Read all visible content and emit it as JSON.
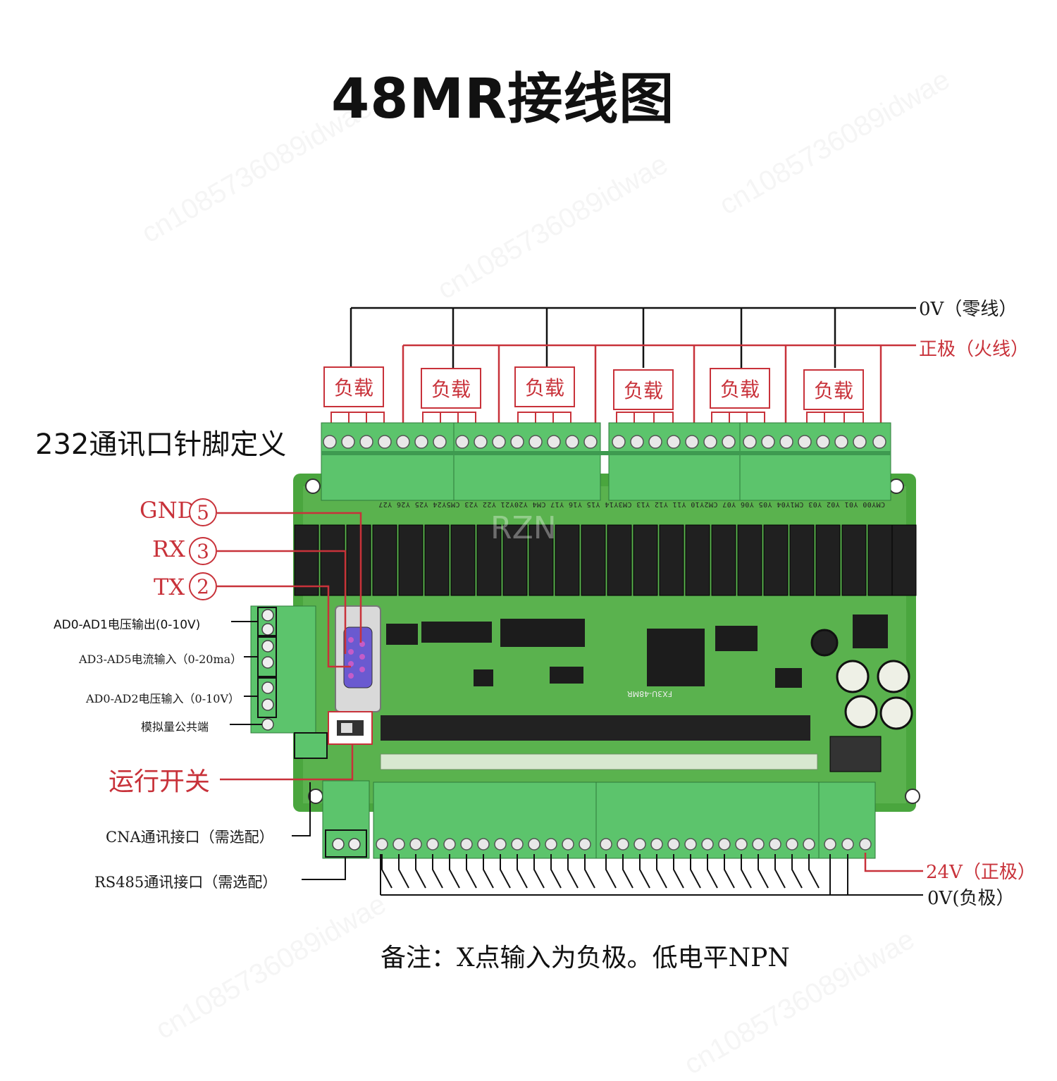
{
  "title": "48MR接线图",
  "pin_section_title": "232通讯口针脚定义",
  "top_rails": {
    "neutral": "0V（零线）",
    "live": "正极（火线）"
  },
  "load_label": "负载",
  "load_count": 6,
  "pins": [
    {
      "name": "GND",
      "number": "5"
    },
    {
      "name": "RX",
      "number": "3"
    },
    {
      "name": "TX",
      "number": "2"
    }
  ],
  "analog_labels": {
    "ad_voltage_out": "AD0-AD1电压输出(0-10V)",
    "ad_current_in": "AD3-AD5电流输入（0-20ma）",
    "ad_voltage_in": "AD0-AD2电压输入（0-10V）",
    "analog_common": "模拟量公共端"
  },
  "run_switch": "运行开关",
  "comm_labels": {
    "cna": "CNA通讯接口（需选配）",
    "rs485": "RS485通讯接口（需选配）"
  },
  "bottom_rails": {
    "positive": "24V（正极）",
    "zero": "0V(负极）"
  },
  "board": {
    "watermark_text": "RZN",
    "output_terminal_text": "CMY00 Y01 Y02 Y03 CM1Y04 Y05 Y06 Y07 CM2Y10 Y11 Y12 Y13 CM3Y14 Y15 Y16 Y17 CM4 Y20Y21 Y22 Y23 CM5Y24 Y25 Y26 Y27",
    "chip_label": "FX3U-48MR"
  },
  "note": "备注：X点输入为负极。低电平NPN",
  "colors": {
    "board_green": "#4aa63e",
    "terminal_green": "#5cc46c",
    "relay_black": "#202020",
    "wire_red": "#c8323a",
    "wire_black": "#111111"
  }
}
